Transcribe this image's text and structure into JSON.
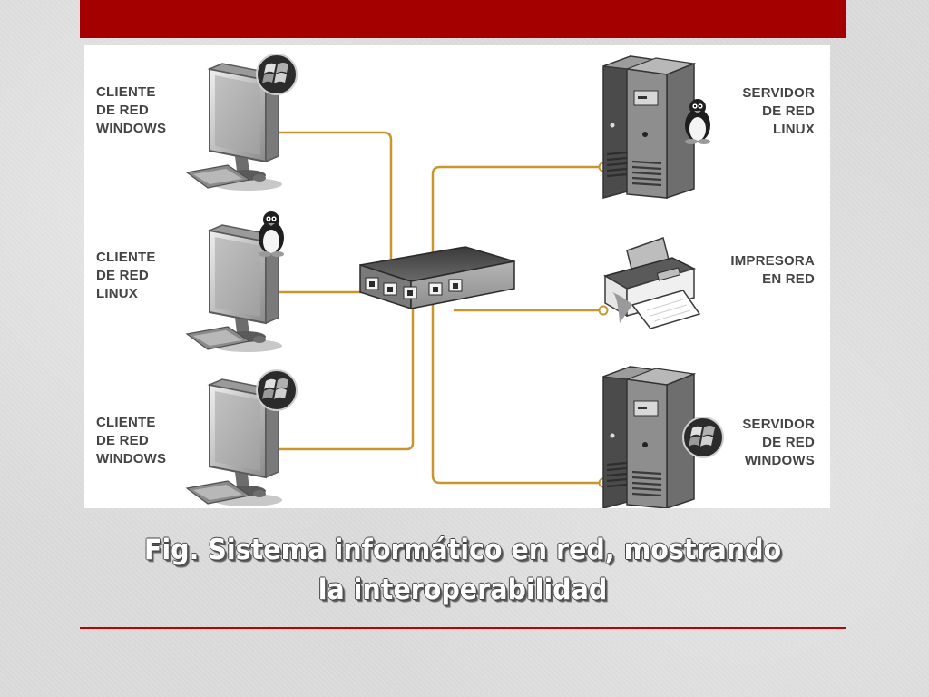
{
  "slide": {
    "accent_color": "#a50000",
    "caption_line1": "Fig. Sistema informático en red, mostrando",
    "caption_line2": "la interoperabilidad"
  },
  "diagram": {
    "cable_color": "#c8962c",
    "nodes": [
      {
        "id": "client-windows-1",
        "kind": "client",
        "os_icon": "windows-logo-icon",
        "label_lines": [
          "CLIENTE",
          "DE RED",
          "WINDOWS"
        ]
      },
      {
        "id": "client-linux",
        "kind": "client",
        "os_icon": "tux-icon",
        "label_lines": [
          "CLIENTE",
          "DE RED",
          "LINUX"
        ]
      },
      {
        "id": "client-windows-2",
        "kind": "client",
        "os_icon": "windows-logo-icon",
        "label_lines": [
          "CLIENTE",
          "DE RED",
          "WINDOWS"
        ]
      },
      {
        "id": "server-linux",
        "kind": "server",
        "os_icon": "tux-icon",
        "label_lines": [
          "SERVIDOR",
          "DE RED",
          "LINUX"
        ]
      },
      {
        "id": "printer",
        "kind": "printer",
        "os_icon": "",
        "label_lines": [
          "IMPRESORA",
          "EN RED"
        ]
      },
      {
        "id": "server-windows",
        "kind": "server",
        "os_icon": "windows-logo-icon",
        "label_lines": [
          "SERVIDOR",
          "DE RED",
          "WINDOWS"
        ]
      }
    ],
    "hub": {
      "id": "network-switch",
      "ports": 5
    }
  }
}
